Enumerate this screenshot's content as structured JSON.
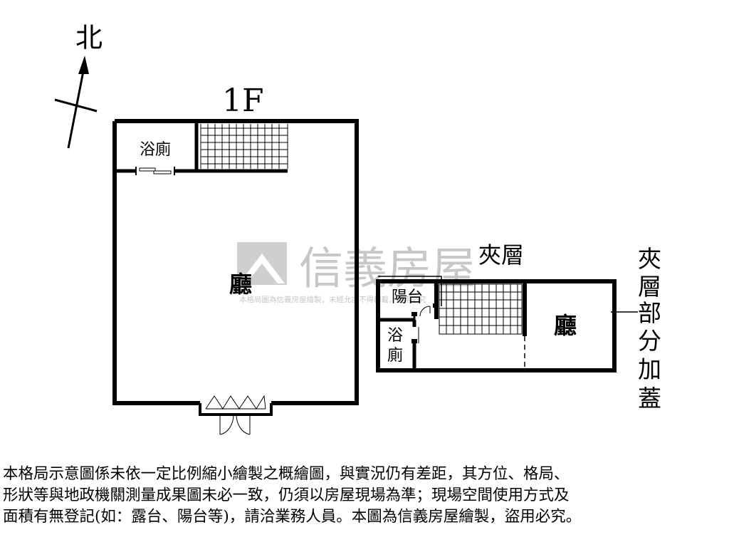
{
  "compass": {
    "label": "北"
  },
  "floor1": {
    "title": "1F",
    "bathroom": "浴廁",
    "living": "廳"
  },
  "mezzanine": {
    "title": "夾層",
    "balcony": "陽台",
    "bathroom_line1": "浴",
    "bathroom_line2": "廁",
    "living": "廳",
    "side_note": [
      "夾",
      "層",
      "部",
      "分",
      "加",
      "蓋"
    ]
  },
  "watermark": {
    "brand": "信義房屋",
    "small": "本格局圖為信義房屋繪製，未經允許不得轉載，盜用必究"
  },
  "disclaimer": {
    "line1": "本格局示意圖係未依一定比例縮小繪製之概繪圖，與實況仍有差距，其方位、格局、",
    "line2": "形狀等與地政機關測量成果圖未必一致，仍須以房屋現場為準；現場空間使用方式及",
    "line3": "面積有無登記(如：露台、陽台等)，請洽業務人員。本圖為信義房屋繪製，盜用必究。"
  }
}
